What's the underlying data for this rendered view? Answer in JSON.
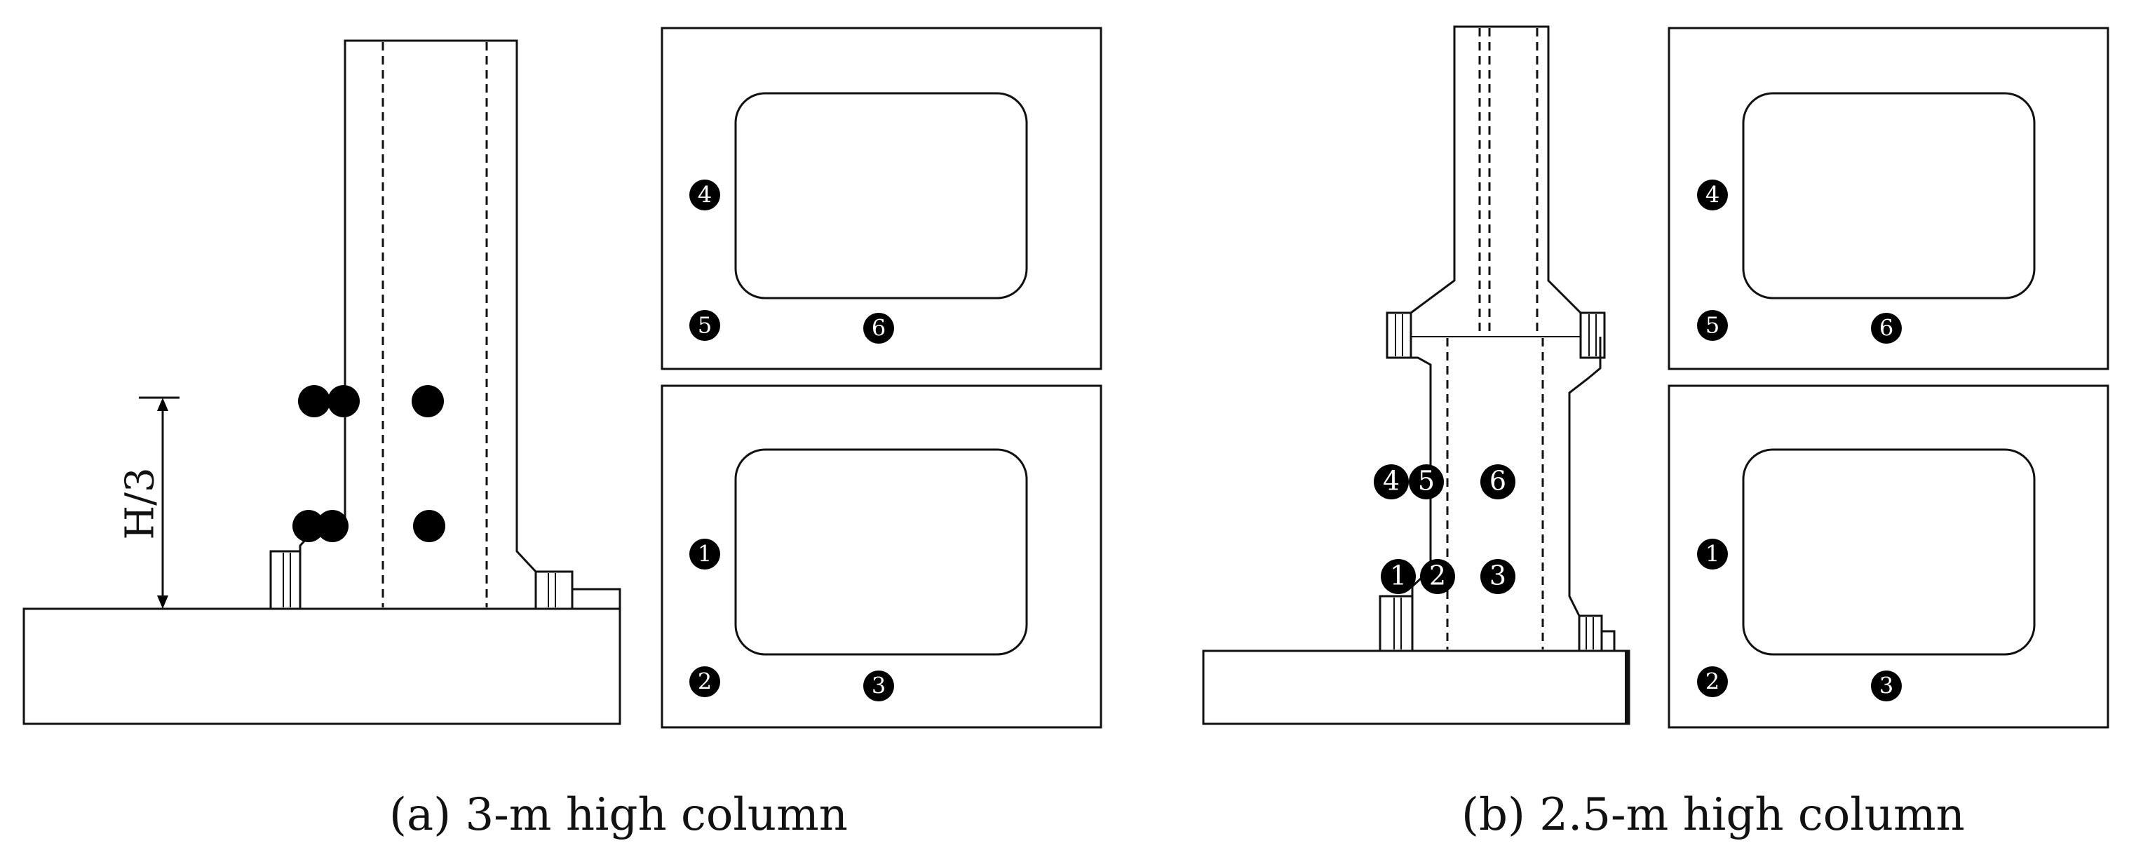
{
  "captions": {
    "a": "(a) 3-m high column",
    "b": "(b) 2.5-m high column"
  },
  "dimension_label": "H/3",
  "panel_a": {
    "section_top_markers": [
      "4",
      "5",
      "6"
    ],
    "section_bottom_markers": [
      "1",
      "2",
      "3"
    ]
  },
  "panel_b": {
    "column_markers": [
      "1",
      "2",
      "3",
      "4",
      "5",
      "6"
    ],
    "section_top_markers": [
      "4",
      "5",
      "6"
    ],
    "section_bottom_markers": [
      "1",
      "2",
      "3"
    ]
  },
  "colors": {
    "line": "#111111",
    "marker": "#000000",
    "marker_text": "#ffffff",
    "background": "#ffffff"
  }
}
